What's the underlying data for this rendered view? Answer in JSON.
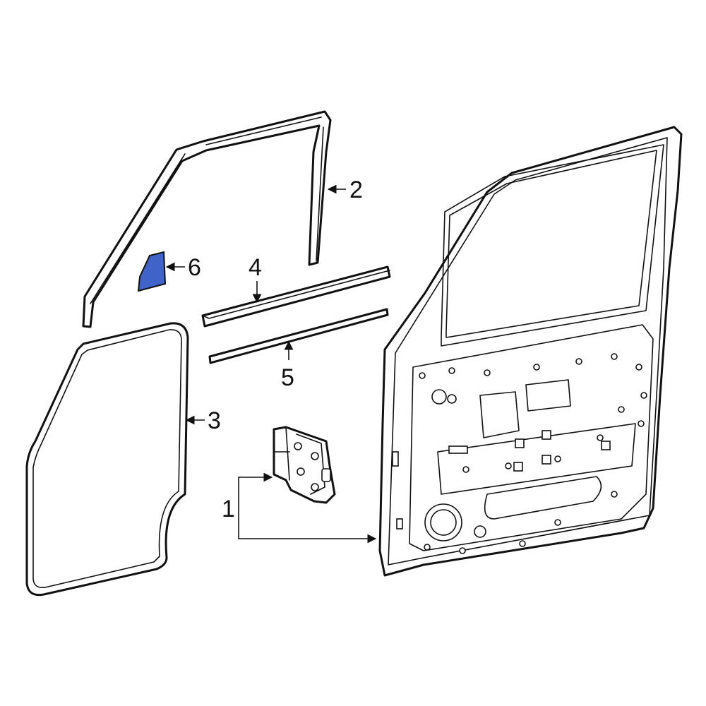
{
  "diagram": {
    "callouts": [
      {
        "id": "1",
        "label": "1"
      },
      {
        "id": "2",
        "label": "2"
      },
      {
        "id": "3",
        "label": "3"
      },
      {
        "id": "4",
        "label": "4"
      },
      {
        "id": "5",
        "label": "5"
      },
      {
        "id": "6",
        "label": "6"
      }
    ],
    "highlight_part": "6",
    "colors": {
      "highlight_fill": "#3f63c9",
      "line": "#111111",
      "background": "#ffffff"
    }
  }
}
